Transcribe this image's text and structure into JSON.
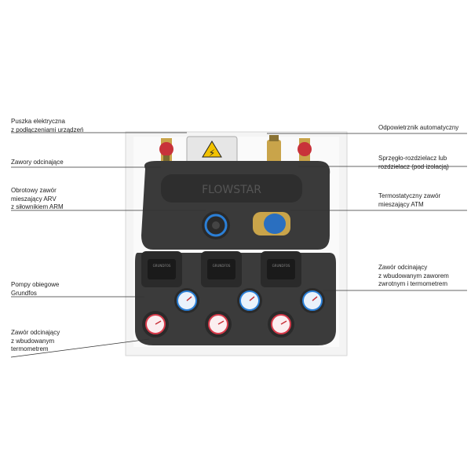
{
  "labels": {
    "electrical_box": "Puszka elektryczna\nz podłączeniami urządzeń",
    "shutoff_valves": "Zawory odcinające",
    "rotary_valve": "Obrotowy zawór\nmieszający ARV\nz siłownikiem ARM",
    "circulation_pumps": "Pompy obiegowe\nGrundfos",
    "shutoff_valve_thermometer": "Zawór odcinający\nz wbudowanym\ntermometrem",
    "air_vent": "Odpowietrznik automatyczny",
    "coupler_distributor": "Sprzęgło-rozdzielacz lub\nrozdzielacz (pod izolacją)",
    "thermostatic_valve": "Termostatyczny zawór\nmieszający ATM",
    "shutoff_valve_check_thermometer": "Zawór odcinający\nz wbudowanym zaworem\nzwrotnym i termometrem"
  },
  "device": {
    "brand_text": "GRUNDFOS",
    "warning_symbol": "⚡",
    "insulation_marking": "FLOWSTAR"
  },
  "colors": {
    "cabinet": "#f3f3f3",
    "insulation": "#3a3a3a",
    "pump_body": "#2a2a2a",
    "gauge_blue": "#2b7fd6",
    "gauge_red": "#d63a4a",
    "valve_red": "#c8323a",
    "brass": "#c9a44a"
  }
}
